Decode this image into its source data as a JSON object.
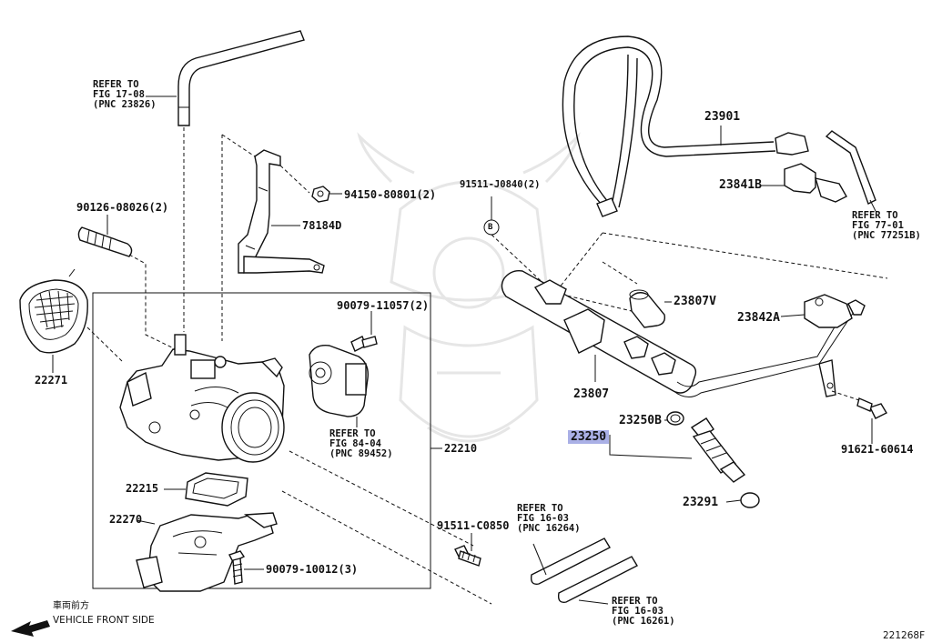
{
  "diagram": {
    "labels": {
      "ref_1708": "REFER TO\nFIG 17-08\n(PNC 23826)",
      "p90126": "90126-08026(2)",
      "p94150": "94150-80801(2)",
      "p78184d": "78184D",
      "p22271": "22271",
      "p90079_11057": "90079-11057(2)",
      "ref_8404": "REFER TO\nFIG 84-04\n(PNC 89452)",
      "p22210": "22210",
      "p22215": "22215",
      "p22270": "22270",
      "p90079_10012": "90079-10012(3)",
      "p91511_j0840": "91511-J0840(2)",
      "circle_b": "B",
      "p23901": "23901",
      "p23841b": "23841B",
      "ref_7701": "REFER TO\nFIG 77-01\n(PNC 77251B)",
      "p23807v": "23807V",
      "p23842a": "23842A",
      "p23807": "23807",
      "p23250b": "23250B",
      "p23250": "23250",
      "p91621": "91621-60614",
      "p23291": "23291",
      "p91511_c0850": "91511-C0850",
      "ref_16264": "REFER TO\nFIG 16-03\n(PNC 16264)",
      "ref_16261": "REFER TO\nFIG 16-03\n(PNC 16261)",
      "front_jp": "車両前方",
      "front_en": "VEHICLE FRONT SIDE",
      "fig_code": "221268F"
    },
    "colors": {
      "highlight": "#aab0e6",
      "line": "#111111"
    }
  }
}
